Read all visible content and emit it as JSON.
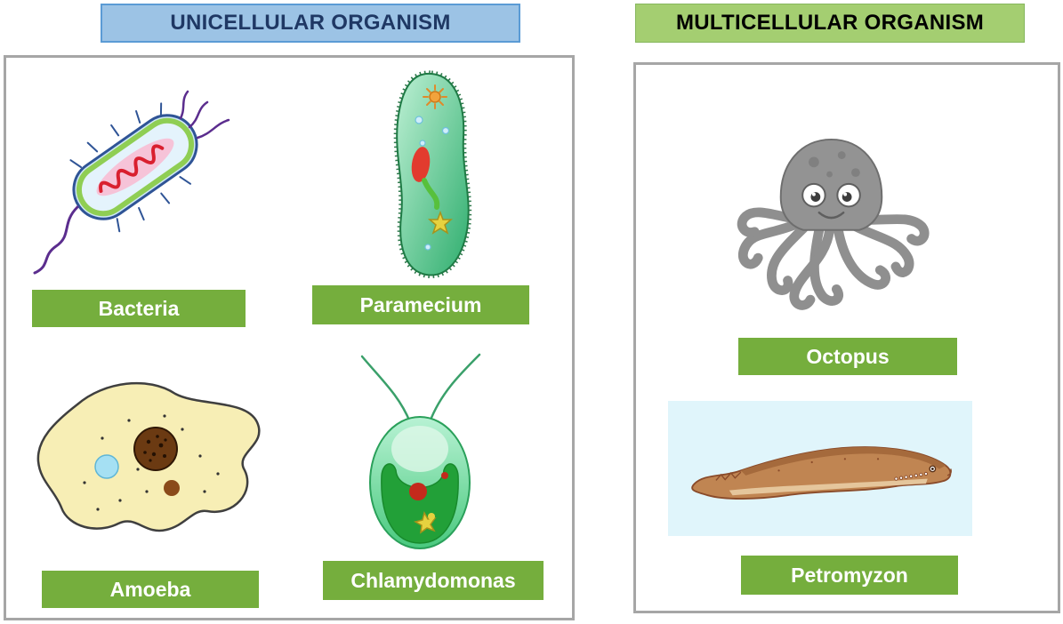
{
  "panels": {
    "unicellular": {
      "title": "UNICELLULAR ORGANISM",
      "items": [
        {
          "name": "bacteria",
          "label": "Bacteria",
          "icon": "bacteria-illustration"
        },
        {
          "name": "paramecium",
          "label": "Paramecium",
          "icon": "paramecium-illustration"
        },
        {
          "name": "amoeba",
          "label": "Amoeba",
          "icon": "amoeba-illustration"
        },
        {
          "name": "chlamydomonas",
          "label": "Chlamydomonas",
          "icon": "chlamydomonas-illustration"
        }
      ]
    },
    "multicellular": {
      "title": "MULTICELLULAR ORGANISM",
      "items": [
        {
          "name": "octopus",
          "label": "Octopus",
          "icon": "octopus-illustration"
        },
        {
          "name": "petromyzon",
          "label": "Petromyzon",
          "icon": "petromyzon-illustration"
        }
      ]
    }
  },
  "colors": {
    "label-bg": "#75AE3D",
    "label-text": "#FFFFFF",
    "unicellular-header-bg": "#9CC3E5",
    "unicellular-header-border": "#5B9BD5",
    "unicellular-header-text": "#1F3864",
    "multicellular-header-bg": "#A4CE71",
    "multicellular-header-border": "#86B75E",
    "multicellular-header-text": "#000000",
    "panel-border": "#A6A6A6",
    "petromyzon-bg": "#E0F5FB"
  }
}
